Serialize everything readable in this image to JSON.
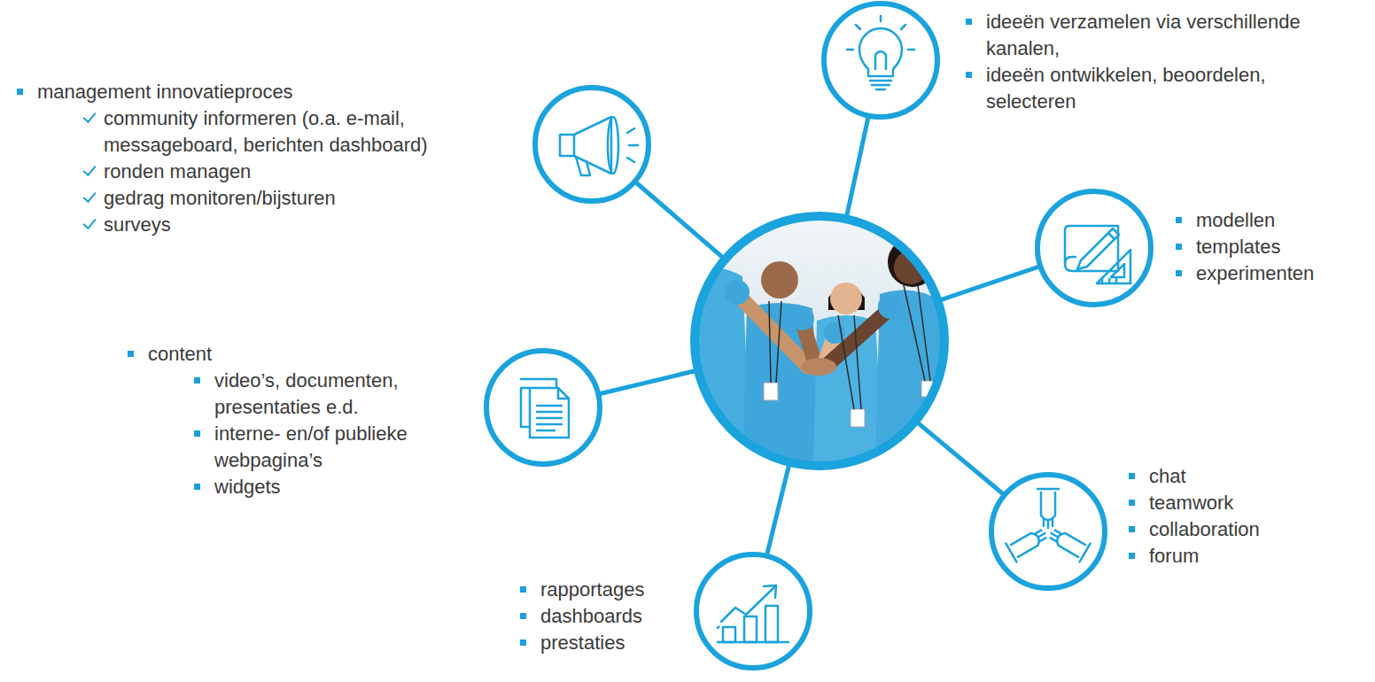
{
  "diagram": {
    "nodes": [
      {
        "text": [
          "ideeën verzamelen via verschillende kanalen,",
          "ideeën ontwikkelen, beoordelen, selecteren"
        ]
      },
      {
        "text": [
          "management innovatieproces",
          "community informeren (o.a. e-mail, messageboard, berichten dashboard)",
          "ronden managen",
          "gedrag monitoren/bijsturen",
          "surveys"
        ]
      },
      {
        "text": [
          "modellen",
          "templates",
          "experimenten"
        ]
      },
      {
        "text": [
          "content",
          "video’s, documenten, presentaties e.d.",
          "interne- en/of publieke webpagina’s",
          "widgets"
        ]
      },
      {
        "text": [
          "chat",
          "teamwork",
          "collaboration",
          "forum"
        ]
      },
      {
        "text": [
          "rapportages",
          "dashboards",
          "prestaties"
        ]
      }
    ]
  }
}
